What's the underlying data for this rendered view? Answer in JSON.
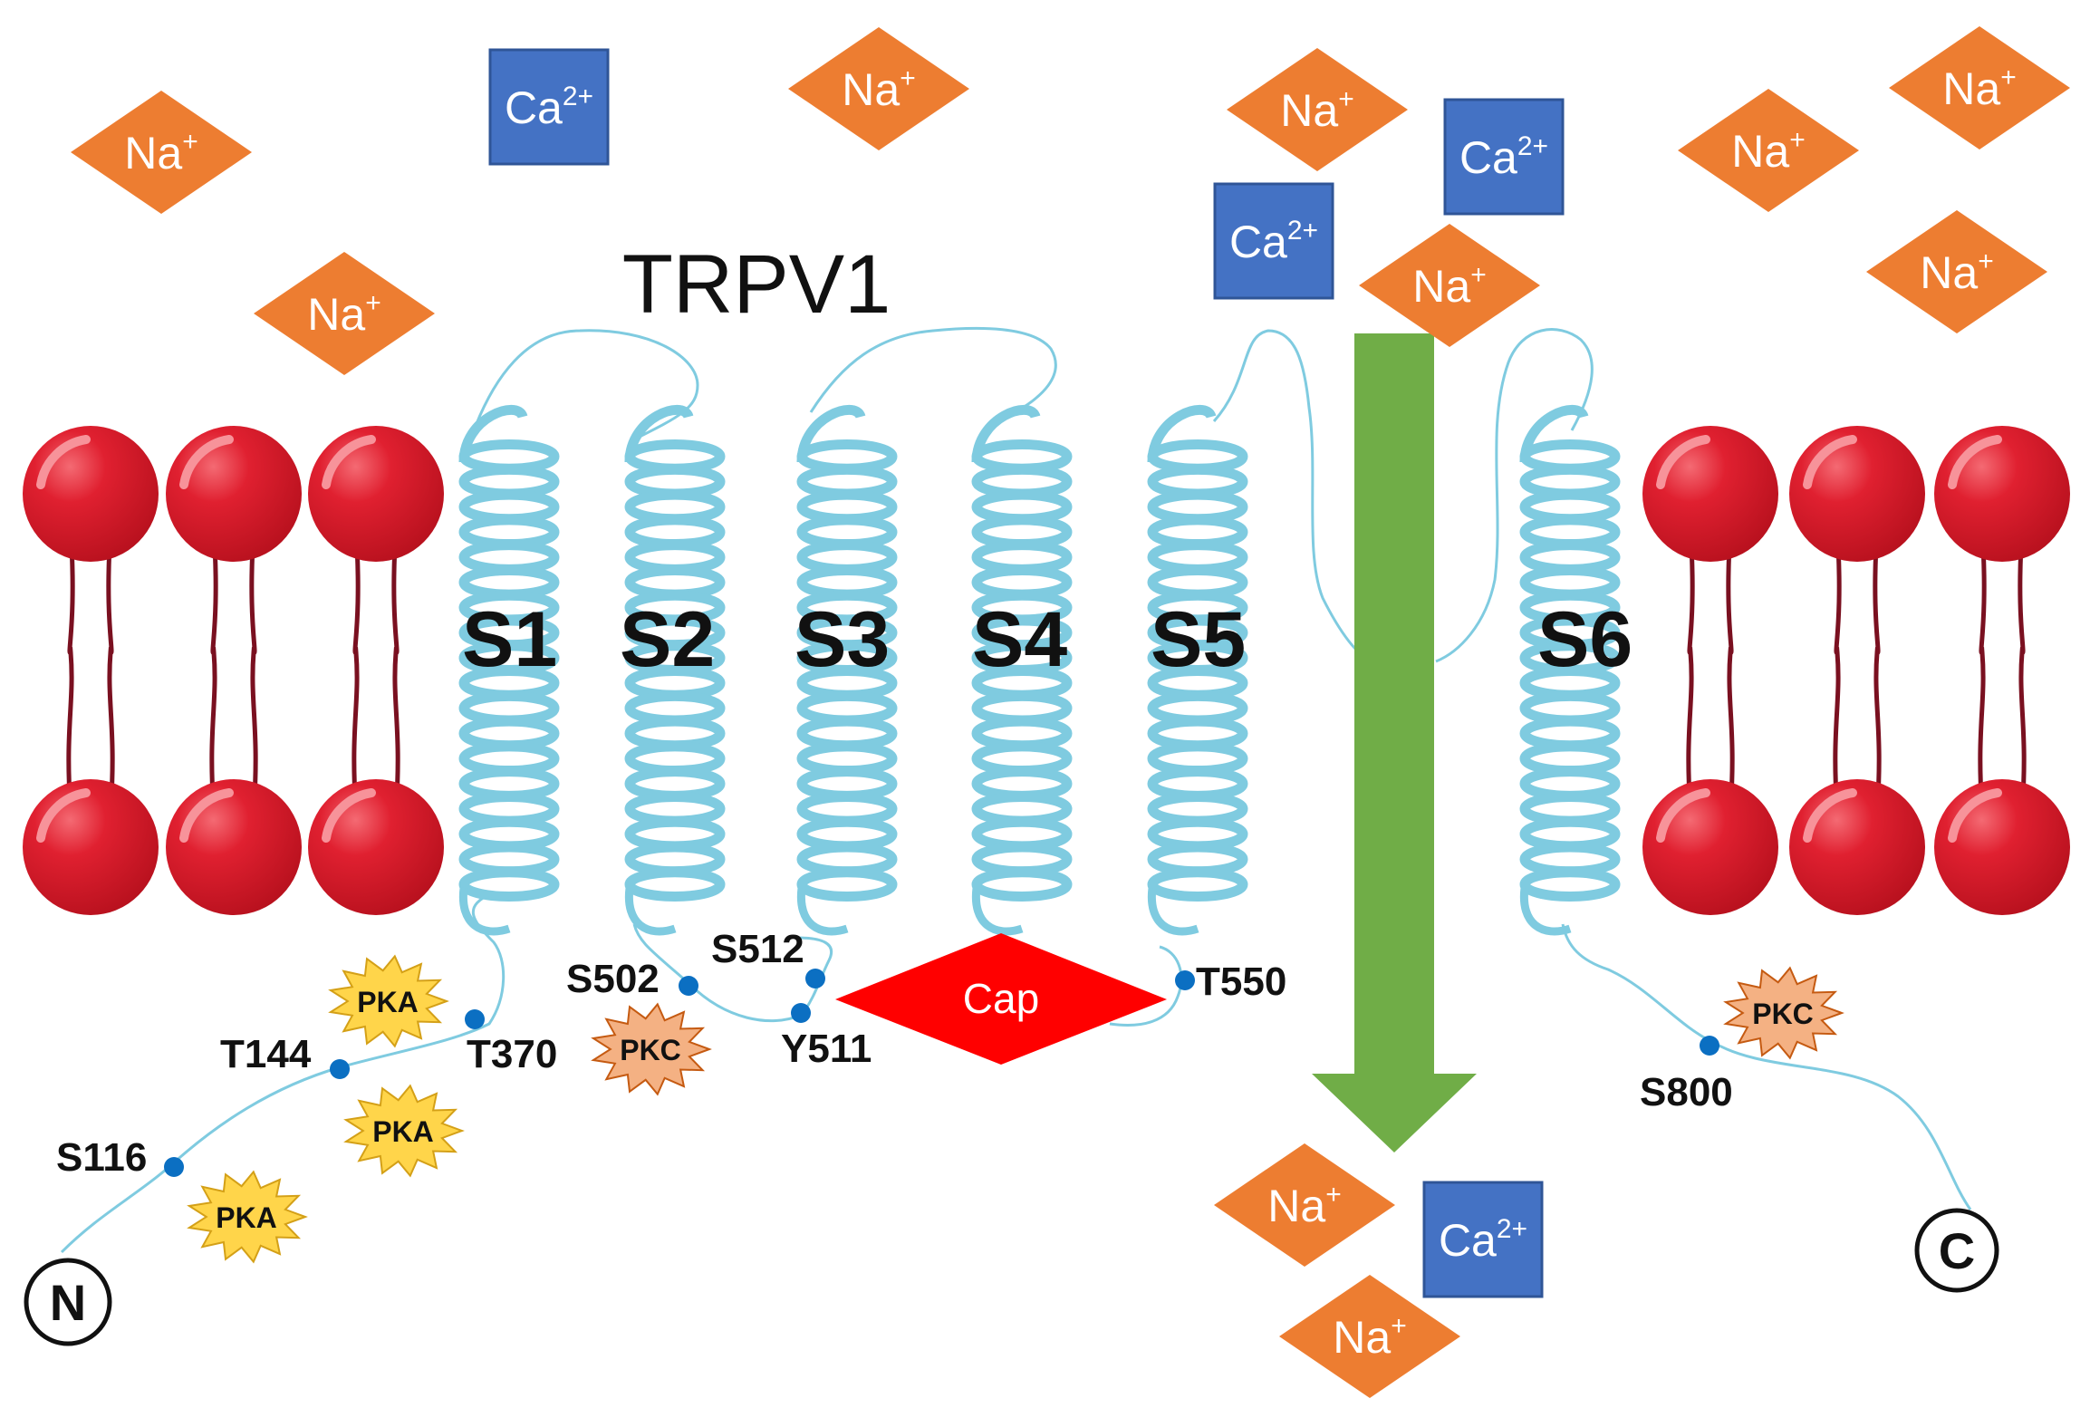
{
  "title": "TRPV1",
  "helices": [
    "S1",
    "S2",
    "S3",
    "S4",
    "S5",
    "S6"
  ],
  "cap_label": "Cap",
  "termini": {
    "n": "N",
    "c": "C"
  },
  "ions": {
    "na": {
      "base": "Na",
      "charge": "+"
    },
    "ca": {
      "base": "Ca",
      "charge": "2+"
    }
  },
  "sites": [
    "S116",
    "T144",
    "T370",
    "S502",
    "S512",
    "Y511",
    "T550",
    "S800"
  ],
  "kinases": [
    "PKA",
    "PKA",
    "PKA",
    "PKC",
    "PKC"
  ],
  "colors": {
    "na_ion": "#ED7D31",
    "ca_ion": "#4472C4",
    "helix": "#7FCBE0",
    "lipid_head": "#E02030",
    "lipid_tail": "#7A1020",
    "arrow": "#70AD47",
    "cap": "#FF0000",
    "pka": "#FFD54A",
    "pkc": "#F4B183",
    "phospho_site": "#0B6FC2"
  }
}
